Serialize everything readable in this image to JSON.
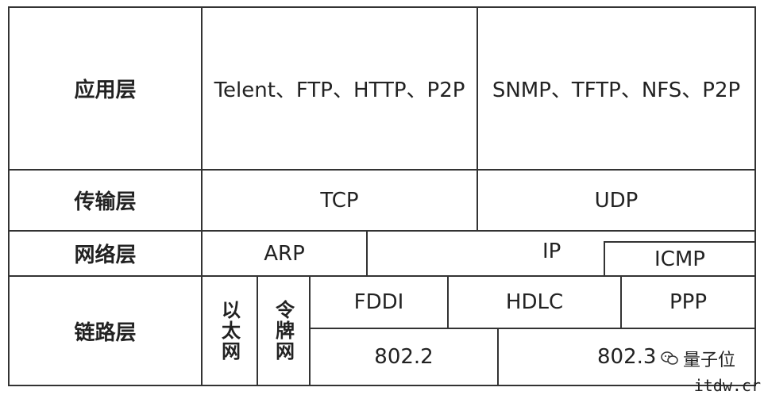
{
  "layers": {
    "application": "应用层",
    "transport": "传输层",
    "network": "网络层",
    "link": "链路层"
  },
  "application": {
    "tcp_protocols": "Telent、FTP、HTTP、P2P",
    "udp_protocols": "SNMP、TFTP、NFS、P2P"
  },
  "transport": {
    "tcp": "TCP",
    "udp": "UDP"
  },
  "network": {
    "arp": "ARP",
    "ip": "IP",
    "icmp": "ICMP"
  },
  "link": {
    "ethernet": "以太网",
    "token_ring": "令牌网",
    "fddi": "FDDI",
    "hdlc": "HDLC",
    "ppp": "PPP",
    "ieee8022": "802.2",
    "ieee8023": "802.3"
  },
  "watermark": {
    "text": "量子位"
  },
  "site": "itdw.cr"
}
